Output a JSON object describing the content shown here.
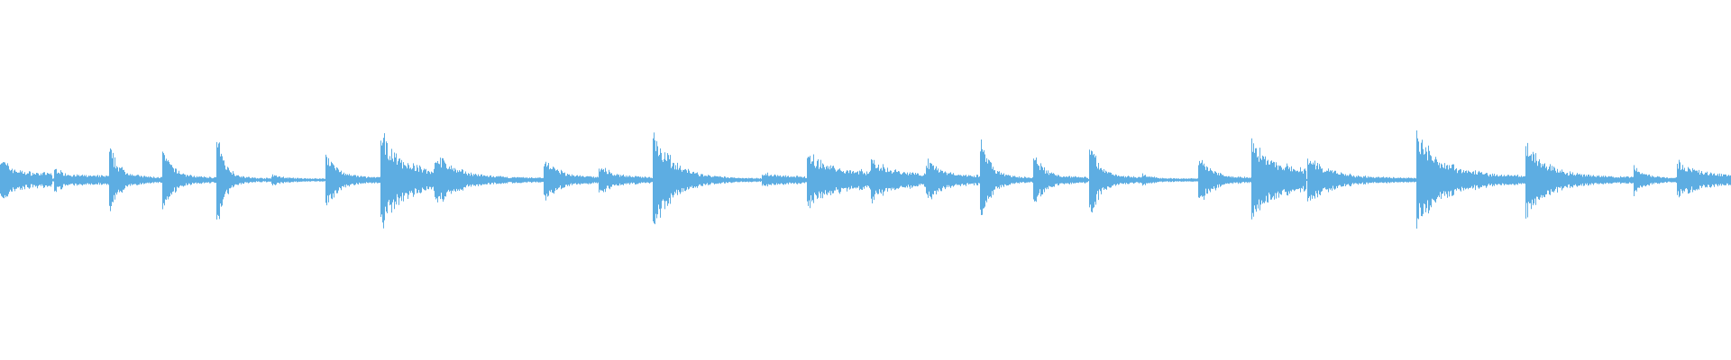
{
  "waveform": {
    "color": "#5dade2",
    "background": "#ffffff",
    "hits": [
      {
        "t": 0.0,
        "amp": 0.16,
        "floor": 0.045,
        "decay": 0.2,
        "len": 0.03
      },
      {
        "t": 0.031,
        "amp": 0.09,
        "floor": 0.03,
        "decay": 0.15,
        "len": 0.032
      },
      {
        "t": 0.063,
        "amp": 0.21,
        "floor": 0.018,
        "decay": 0.2,
        "len": 0.031
      },
      {
        "t": 0.094,
        "amp": 0.2,
        "floor": 0.018,
        "decay": 0.2,
        "len": 0.031
      },
      {
        "t": 0.125,
        "amp": 0.3,
        "floor": 0.012,
        "decay": 0.16,
        "len": 0.031
      },
      {
        "t": 0.157,
        "amp": 0.04,
        "floor": 0.01,
        "decay": 0.2,
        "len": 0.031
      },
      {
        "t": 0.188,
        "amp": 0.2,
        "floor": 0.018,
        "decay": 0.2,
        "len": 0.032
      },
      {
        "t": 0.22,
        "amp": 0.32,
        "floor": 0.05,
        "decay": 0.35,
        "len": 0.031
      },
      {
        "t": 0.251,
        "amp": 0.18,
        "floor": 0.015,
        "decay": 0.2,
        "len": 0.063
      },
      {
        "t": 0.314,
        "amp": 0.15,
        "floor": 0.02,
        "decay": 0.25,
        "len": 0.032
      },
      {
        "t": 0.346,
        "amp": 0.1,
        "floor": 0.02,
        "decay": 0.25,
        "len": 0.031
      },
      {
        "t": 0.377,
        "amp": 0.34,
        "floor": 0.012,
        "decay": 0.18,
        "len": 0.063
      },
      {
        "t": 0.44,
        "amp": 0.05,
        "floor": 0.02,
        "decay": 0.4,
        "len": 0.026
      },
      {
        "t": 0.466,
        "amp": 0.18,
        "floor": 0.05,
        "decay": 0.35,
        "len": 0.037
      },
      {
        "t": 0.503,
        "amp": 0.15,
        "floor": 0.04,
        "decay": 0.3,
        "len": 0.032
      },
      {
        "t": 0.535,
        "amp": 0.15,
        "floor": 0.03,
        "decay": 0.25,
        "len": 0.031
      },
      {
        "t": 0.566,
        "amp": 0.26,
        "floor": 0.015,
        "decay": 0.2,
        "len": 0.031
      },
      {
        "t": 0.597,
        "amp": 0.17,
        "floor": 0.02,
        "decay": 0.2,
        "len": 0.032
      },
      {
        "t": 0.629,
        "amp": 0.24,
        "floor": 0.02,
        "decay": 0.2,
        "len": 0.031
      },
      {
        "t": 0.66,
        "amp": 0.04,
        "floor": 0.01,
        "decay": 0.2,
        "len": 0.032
      },
      {
        "t": 0.692,
        "amp": 0.17,
        "floor": 0.015,
        "decay": 0.25,
        "len": 0.031
      },
      {
        "t": 0.723,
        "amp": 0.26,
        "floor": 0.05,
        "decay": 0.4,
        "len": 0.032
      },
      {
        "t": 0.755,
        "amp": 0.16,
        "floor": 0.015,
        "decay": 0.2,
        "len": 0.063
      },
      {
        "t": 0.818,
        "amp": 0.3,
        "floor": 0.025,
        "decay": 0.25,
        "len": 0.063
      },
      {
        "t": 0.881,
        "amp": 0.25,
        "floor": 0.02,
        "decay": 0.2,
        "len": 0.063
      },
      {
        "t": 0.944,
        "amp": 0.1,
        "floor": 0.015,
        "decay": 0.25,
        "len": 0.025
      },
      {
        "t": 0.969,
        "amp": 0.13,
        "floor": 0.03,
        "decay": 0.35,
        "len": 0.031
      }
    ]
  }
}
